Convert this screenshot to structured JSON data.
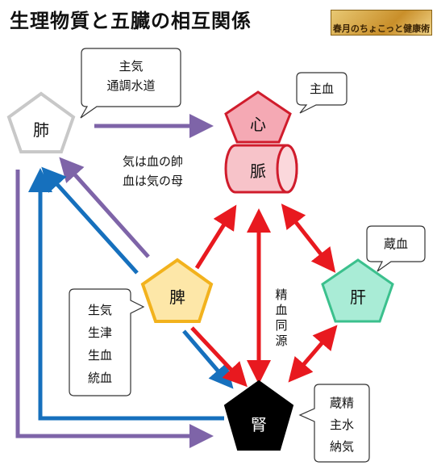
{
  "title": "生理物質と五臓の相互関係",
  "brand": "春月のちょこっと健康術",
  "organs": {
    "lung": "肺",
    "heart": "心",
    "vessel": "脈",
    "spleen": "脾",
    "liver": "肝",
    "kidney": "腎"
  },
  "callouts": {
    "lung": [
      "主気",
      "通調水道"
    ],
    "heart": [
      "主血"
    ],
    "liver": [
      "蔵血"
    ],
    "spleen": [
      "生気",
      "生津",
      "生血",
      "統血"
    ],
    "kidney": [
      "蔵精",
      "主水",
      "納気"
    ]
  },
  "annotations": {
    "qi_blood": [
      "気は血の帥",
      "血は気の母"
    ],
    "essence_blood": "精血同源"
  },
  "colors": {
    "lung": "#c8c8c8",
    "heart_fill": "#f5a9b4",
    "heart_stroke": "#d01c2c",
    "spleen_fill": "#fde7a8",
    "spleen_stroke": "#f2b21d",
    "liver_fill": "#a9ecd6",
    "liver_stroke": "#3bc08d",
    "kidney": "#000000",
    "arrow_red": "#e8191f",
    "arrow_blue": "#1670bd",
    "arrow_purple": "#7e64a8"
  }
}
